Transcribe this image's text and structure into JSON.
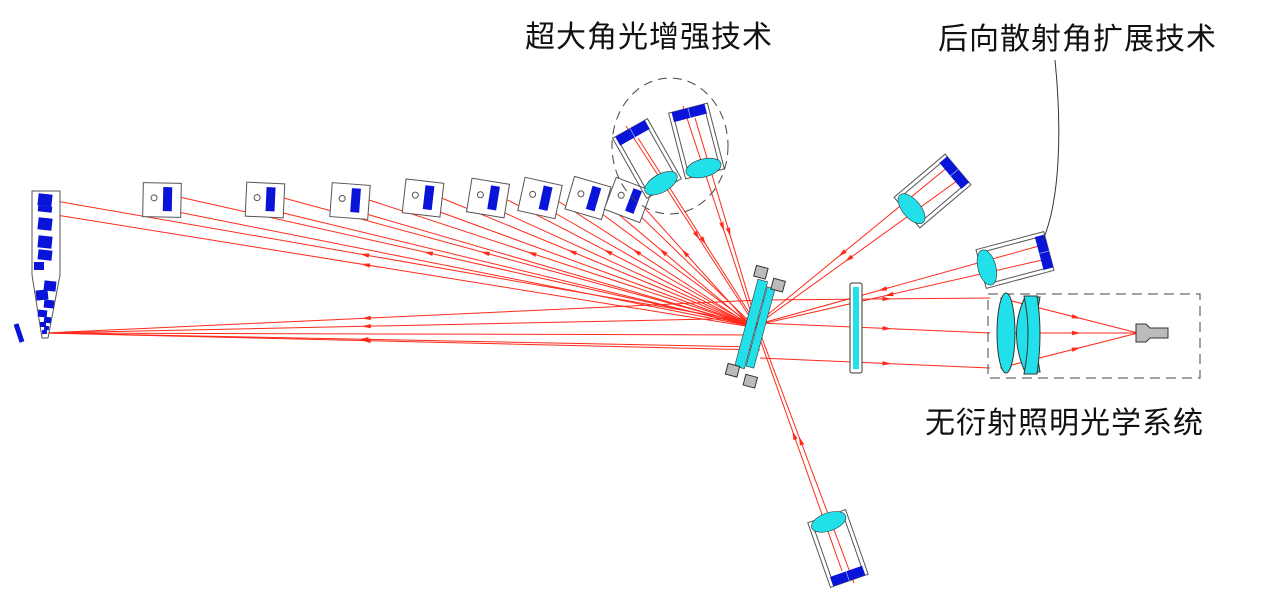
{
  "labels": {
    "ultra_wide_angle": "超大角光增强技术",
    "backscatter_extension": "后向散射角扩展技术",
    "non_diffractive_illumination": "无衍射照明光学系统"
  },
  "colors": {
    "ray": "#ff2a1a",
    "lens": "#22e0ea",
    "detector": "#0a14d8",
    "outline": "#555555"
  }
}
